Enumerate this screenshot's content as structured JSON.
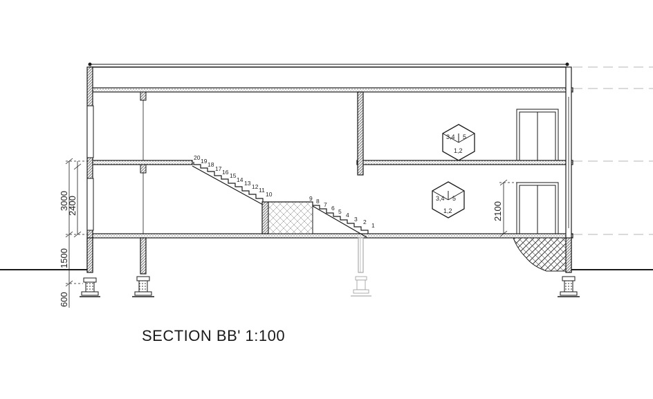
{
  "drawing": {
    "title": "SECTION BB' 1:100",
    "dimensions": {
      "d3000": "3000",
      "d2400": "2400",
      "d1500": "1500",
      "d600": "600",
      "d2100": "2100"
    },
    "stair_steps_lower": [
      "1",
      "2",
      "3",
      "4",
      "5",
      "6",
      "7",
      "8",
      "9"
    ],
    "stair_steps_upper": [
      "10",
      "11",
      "12",
      "13",
      "14",
      "15",
      "16",
      "17",
      "18",
      "19",
      "20"
    ],
    "hex_tags": [
      {
        "left": "3,4",
        "right": "5",
        "bottom": "1,2"
      },
      {
        "left": "3,4",
        "right": "5",
        "bottom": "1,2"
      }
    ],
    "colors": {
      "line": "#1a1a1a",
      "faint": "#9a9a9a",
      "dashed": "#b5b5b5",
      "hatch": "#444444"
    }
  }
}
